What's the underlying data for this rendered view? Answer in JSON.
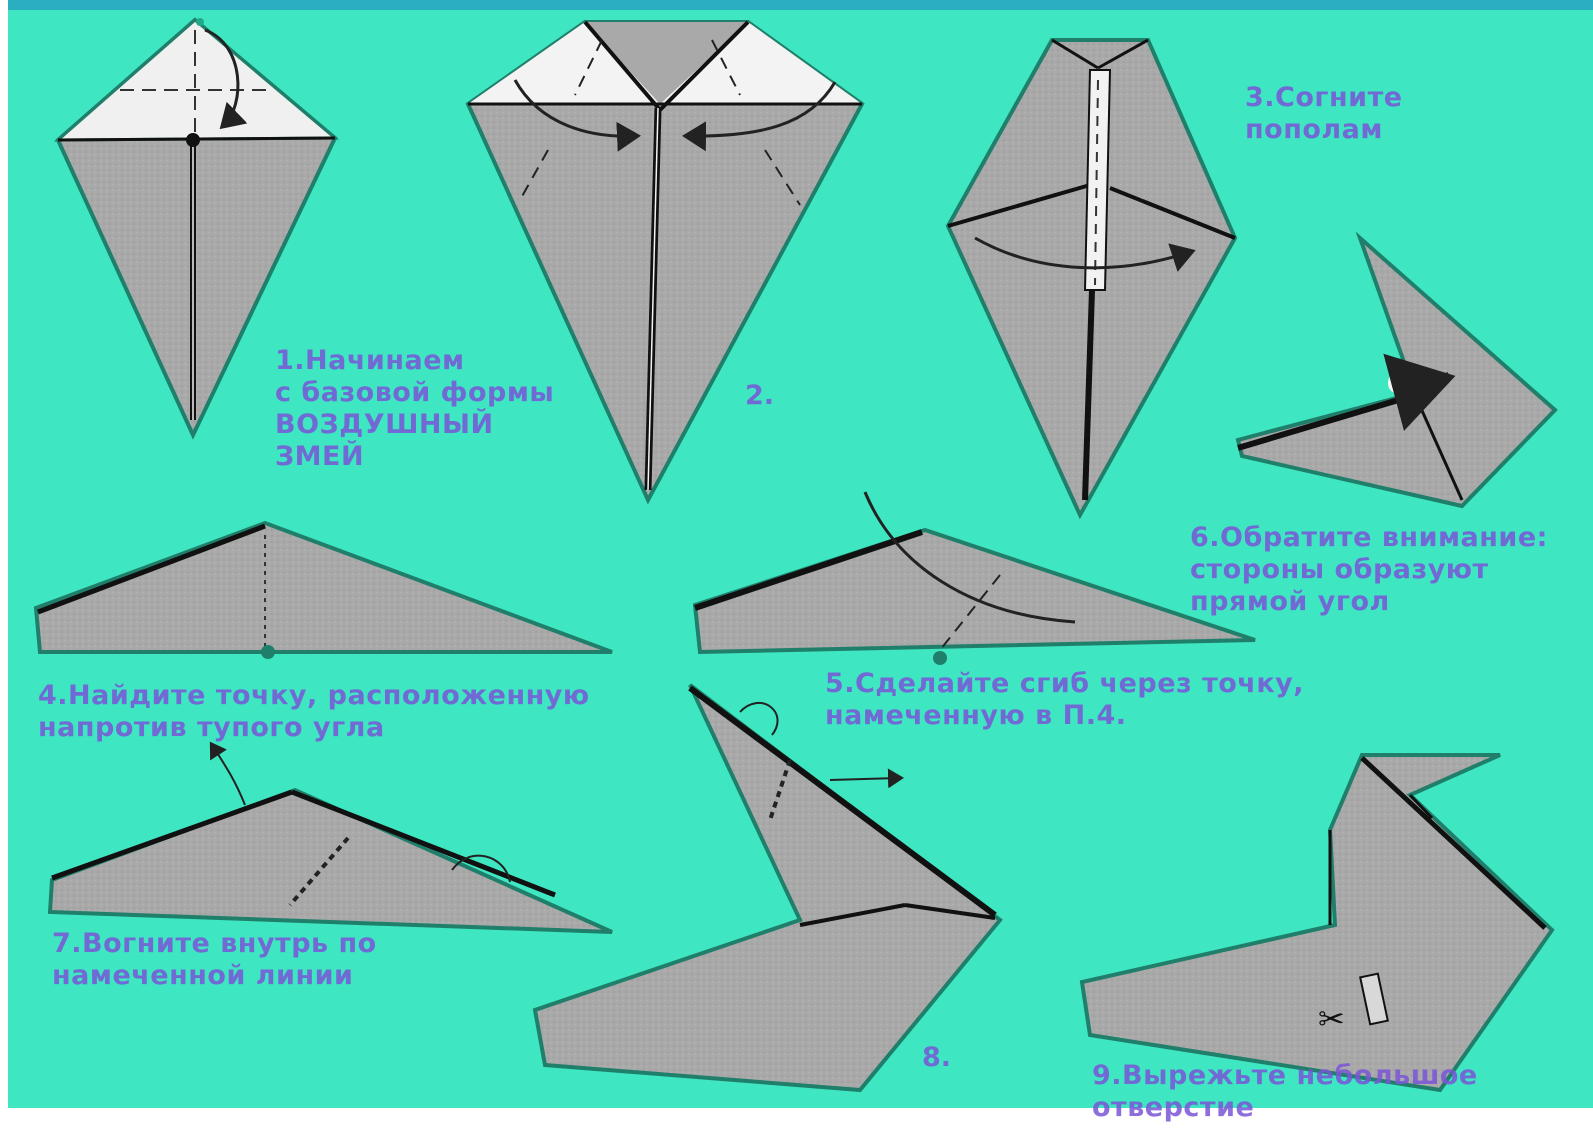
{
  "colors": {
    "background": "#3ee6c2",
    "paper": "#a8a8a8",
    "paper_light": "#f2f2f2",
    "outline": "#1f7f6a",
    "caption": "#7b55d8",
    "header_strip": "#2aaec0"
  },
  "steps": [
    {
      "id": 1,
      "caption": "1.Начинаем\nс базовой формы\nВОЗДУШНЫЙ\nЗМЕЙ"
    },
    {
      "id": 2,
      "caption": "2."
    },
    {
      "id": 3,
      "caption": "3.Согните\nпополам"
    },
    {
      "id": 4,
      "caption": "4.Найдите точку, расположенную\nнапротив тупого угла"
    },
    {
      "id": 5,
      "caption": "5.Сделайте сгиб через точку,\nнамеченную в П.4."
    },
    {
      "id": 6,
      "caption": "6.Обратите внимание:\nстороны образуют\nпрямой угол"
    },
    {
      "id": 7,
      "caption": "7.Вогните внутрь по\nнамеченной линии"
    },
    {
      "id": 8,
      "caption": "8."
    },
    {
      "id": 9,
      "caption": "9.Вырежьте небольшое\nотверстие"
    }
  ]
}
